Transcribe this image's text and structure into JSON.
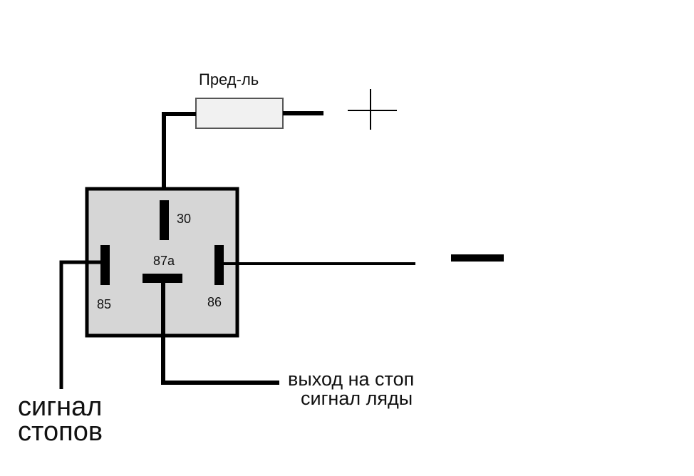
{
  "fuse": {
    "label": "Пред-ль"
  },
  "power": {
    "plus_symbol": "+",
    "minus_symbol": "—"
  },
  "relay": {
    "pins": {
      "p30": "30",
      "p87a": "87а",
      "p85": "85",
      "p86": "86"
    },
    "body_color": "#d6d6d6",
    "border_color": "#000000"
  },
  "output": {
    "line1": "выход на стоп",
    "line2": "сигнал ляды"
  },
  "input": {
    "line1": "сигнал",
    "line2": "стопов"
  }
}
